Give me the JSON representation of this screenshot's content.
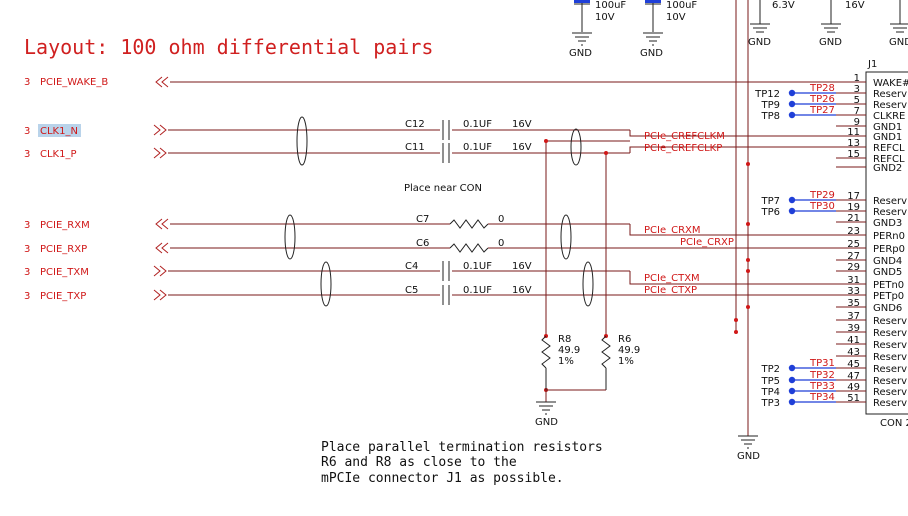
{
  "title": "Layout: 100 ohm differential pairs",
  "place_near": "Place near CON",
  "note_lines": [
    "Place parallel termination resistors",
    "R6 and R8 as close to the",
    "mPCIe connector J1 as possible."
  ],
  "top_caps": [
    {
      "value": "100uF",
      "voltage": "10V",
      "gnd": "GND"
    },
    {
      "value": "100uF",
      "voltage": "10V",
      "gnd": "GND"
    }
  ],
  "top_right_labels": [
    {
      "text": "6.3V",
      "gnd": "GND"
    },
    {
      "text": "16V",
      "gnd": "GND"
    },
    {
      "text": "",
      "gnd": "GND"
    }
  ],
  "ports": [
    {
      "sheet": "3",
      "name": "PCIE_WAKE_B"
    },
    {
      "sheet": "3",
      "name": "CLK1_N",
      "selected": true
    },
    {
      "sheet": "3",
      "name": "CLK1_P"
    },
    {
      "sheet": "3",
      "name": "PCIE_RXM"
    },
    {
      "sheet": "3",
      "name": "PCIE_RXP"
    },
    {
      "sheet": "3",
      "name": "PCIE_TXM"
    },
    {
      "sheet": "3",
      "name": "PCIE_TXP"
    }
  ],
  "series_parts": [
    {
      "ref": "C12",
      "value": "0.1UF",
      "rating": "16V",
      "kind": "cap"
    },
    {
      "ref": "C11",
      "value": "0.1UF",
      "rating": "16V",
      "kind": "cap"
    },
    {
      "ref": "C7",
      "value": "0",
      "rating": "",
      "kind": "res"
    },
    {
      "ref": "C6",
      "value": "0",
      "rating": "",
      "kind": "res"
    },
    {
      "ref": "C4",
      "value": "0.1UF",
      "rating": "16V",
      "kind": "cap"
    },
    {
      "ref": "C5",
      "value": "0.1UF",
      "rating": "16V",
      "kind": "cap"
    }
  ],
  "nets": [
    "PCIe_CREFCLKM",
    "PCIe_CREFCLKP",
    "PCIe_CRXM",
    "PCIe_CRXP",
    "PCIe_CTXM",
    "PCIe_CTXP"
  ],
  "terminators": [
    {
      "ref": "R8",
      "value": "49.9",
      "tol": "1%"
    },
    {
      "ref": "R6",
      "value": "49.9",
      "tol": "1%"
    }
  ],
  "gnd_label": "GND",
  "connector": {
    "ref": "J1",
    "name": "CON 2"
  },
  "pins": [
    {
      "num": "1",
      "name": "WAKE#"
    },
    {
      "num": "3",
      "name": "Reserv"
    },
    {
      "num": "5",
      "name": "Reserv"
    },
    {
      "num": "7",
      "name": "CLKRE"
    },
    {
      "num": "9",
      "name": "GND1"
    },
    {
      "num": "11",
      "name": "GND1"
    },
    {
      "num": "13",
      "name": "REFCL"
    },
    {
      "num": "15",
      "name": "REFCL"
    },
    {
      "num": "",
      "name": "GND2"
    },
    {
      "num": "17",
      "name": "Reserv"
    },
    {
      "num": "19",
      "name": "Reserv"
    },
    {
      "num": "21",
      "name": "GND3"
    },
    {
      "num": "23",
      "name": "PERn0"
    },
    {
      "num": "25",
      "name": "PERp0"
    },
    {
      "num": "27",
      "name": "GND4"
    },
    {
      "num": "29",
      "name": "GND5"
    },
    {
      "num": "31",
      "name": "PETn0"
    },
    {
      "num": "33",
      "name": "PETp0"
    },
    {
      "num": "35",
      "name": "GND6"
    },
    {
      "num": "37",
      "name": "Reserv"
    },
    {
      "num": "39",
      "name": "Reserv"
    },
    {
      "num": "41",
      "name": "Reserv"
    },
    {
      "num": "43",
      "name": "Reserv"
    },
    {
      "num": "45",
      "name": "Reserv"
    },
    {
      "num": "47",
      "name": "Reserv"
    },
    {
      "num": "49",
      "name": "Reserv"
    },
    {
      "num": "51",
      "name": "Reserv"
    }
  ],
  "test_points": [
    {
      "tp": "TP12",
      "net": "TP28"
    },
    {
      "tp": "TP9",
      "net": "TP26"
    },
    {
      "tp": "TP8",
      "net": "TP27"
    },
    {
      "tp": "TP7",
      "net": "TP29"
    },
    {
      "tp": "TP6",
      "net": "TP30"
    },
    {
      "tp": "TP2",
      "net": "TP31"
    },
    {
      "tp": "TP5",
      "net": "TP32"
    },
    {
      "tp": "TP4",
      "net": "TP33"
    },
    {
      "tp": "TP3",
      "net": "TP34"
    }
  ]
}
